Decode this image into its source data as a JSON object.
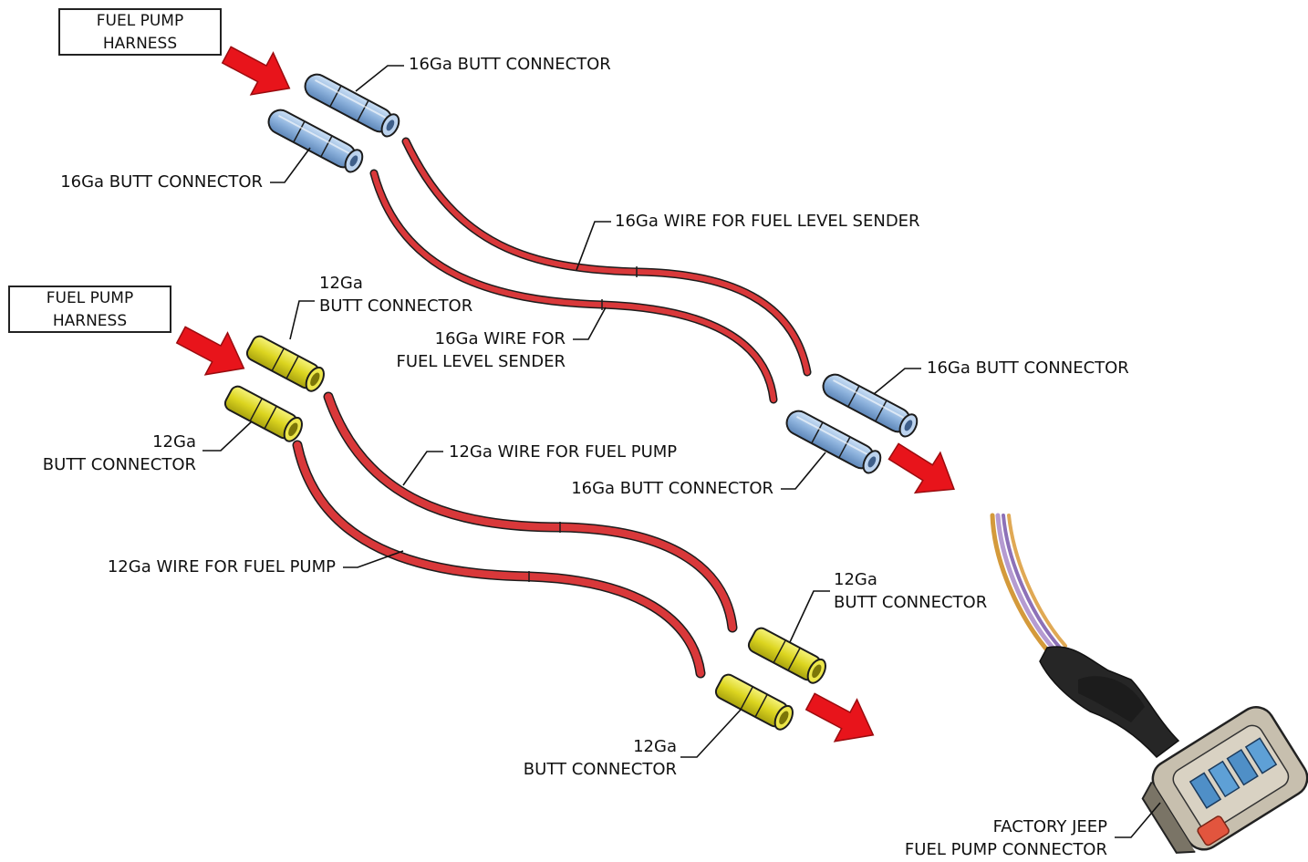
{
  "harness_boxes": [
    {
      "line1": "FUEL PUMP",
      "line2": "HARNESS"
    },
    {
      "line1": "FUEL PUMP",
      "line2": "HARNESS"
    }
  ],
  "callouts": {
    "c16_top_right": "16Ga BUTT CONNECTOR",
    "c16_top_left": "16Ga BUTT CONNECTOR",
    "wire16_upper": "16Ga WIRE FOR FUEL LEVEL SENDER",
    "c12_top": {
      "line1": "12Ga",
      "line2": "BUTT CONNECTOR"
    },
    "wire16_lower": {
      "line1": "16Ga WIRE FOR",
      "line2": "FUEL LEVEL SENDER"
    },
    "c16_right_upper": "16Ga BUTT CONNECTOR",
    "c12_left": {
      "line1": "12Ga",
      "line2": "BUTT CONNECTOR"
    },
    "wire12_upper": "12Ga WIRE FOR FUEL PUMP",
    "c16_right_lower": "16Ga BUTT CONNECTOR",
    "wire12_lower": "12Ga WIRE FOR FUEL PUMP",
    "c12_right_upper": {
      "line1": "12Ga",
      "line2": "BUTT CONNECTOR"
    },
    "c12_bottom": {
      "line1": "12Ga",
      "line2": "BUTT CONNECTOR"
    },
    "factory_connector": {
      "line1": "FACTORY JEEP",
      "line2": "FUEL PUMP CONNECTOR"
    }
  },
  "colors": {
    "arrow": "#e8141b",
    "wire": "#d9383a",
    "connector_16ga": "#9cc0e8",
    "connector_12ga": "#e6e22a",
    "factory_housing": "#c7bfae"
  }
}
